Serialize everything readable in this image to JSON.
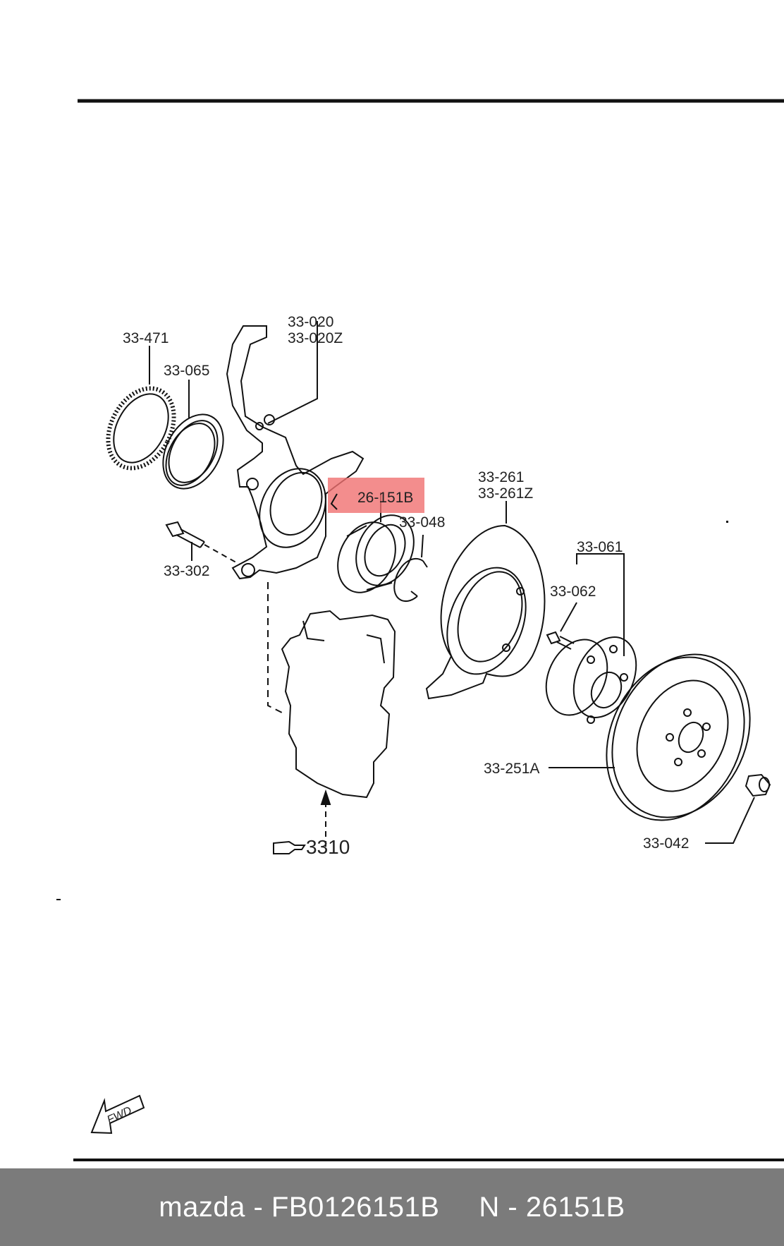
{
  "labels": {
    "abs_ring": "33-471",
    "knuckle": "33-020",
    "knuckle_z": "33-020Z",
    "seal": "33-065",
    "bearing_highlight": "26-151B",
    "snap_ring": "33-048",
    "dust_cover": "33-261",
    "dust_cover_z": "33-261Z",
    "bolt": "33-302",
    "hub_assy": "33-061",
    "hub_bolt": "33-062",
    "disc": "33-251A",
    "nut": "33-042",
    "caliper_ref": "3310",
    "fwd": "FWD"
  },
  "colors": {
    "highlight": "#f07070",
    "footer_bg": "#7b7b7b",
    "footer_text": "#ffffff"
  },
  "footer": {
    "brand_part": "mazda - FB0126151B",
    "ref_part": "N - 26151B"
  }
}
